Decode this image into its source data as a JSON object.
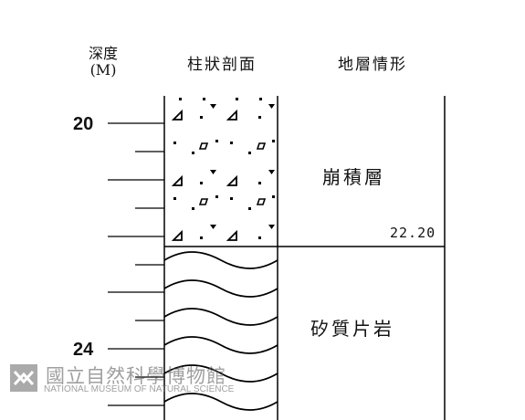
{
  "headers": {
    "depth": "深度\n(M)",
    "column": "柱狀剖面",
    "description": "地層情形"
  },
  "depth_labels": [
    "20",
    "24"
  ],
  "layers": [
    {
      "name": "崩積層",
      "pattern": "colluvium-triangles-dots",
      "bottom_depth_label": "22.20"
    },
    {
      "name": "矽質片岩",
      "pattern": "schist-wavy-lines"
    }
  ],
  "watermark": {
    "zh": "國立自然科學博物館",
    "en": "NATIONAL MUSEUM OF NATURAL SCIENCE",
    "icon": "museum-logo-icon"
  }
}
